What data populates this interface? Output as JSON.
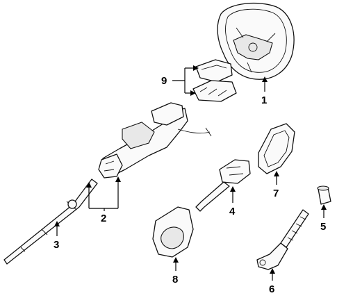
{
  "callouts": [
    {
      "id": "1",
      "label": "1"
    },
    {
      "id": "2",
      "label": "2"
    },
    {
      "id": "3",
      "label": "3"
    },
    {
      "id": "4",
      "label": "4"
    },
    {
      "id": "5",
      "label": "5"
    },
    {
      "id": "6",
      "label": "6"
    },
    {
      "id": "7",
      "label": "7"
    },
    {
      "id": "8",
      "label": "8"
    },
    {
      "id": "9",
      "label": "9"
    }
  ],
  "parts": [
    {
      "callout": "1",
      "icon": "steering-wheel-icon"
    },
    {
      "callout": "2",
      "icon": "steering-column-assembly-icon"
    },
    {
      "callout": "3",
      "icon": "lower-shaft-icon"
    },
    {
      "callout": "4",
      "icon": "intermediate-shaft-icon"
    },
    {
      "callout": "5",
      "icon": "bushing-icon"
    },
    {
      "callout": "6",
      "icon": "universal-joint-shaft-icon"
    },
    {
      "callout": "7",
      "icon": "column-cover-icon"
    },
    {
      "callout": "8",
      "icon": "boot-seal-icon"
    },
    {
      "callout": "9",
      "icon": "shroud-covers-icon"
    }
  ]
}
